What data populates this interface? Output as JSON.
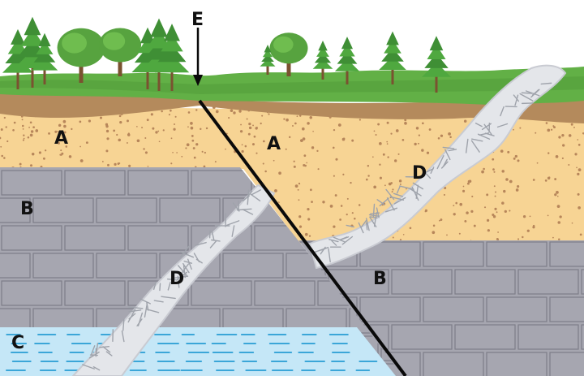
{
  "diagram": {
    "labels": {
      "a_left": "A",
      "a_right": "A",
      "b_left": "B",
      "b_right": "B",
      "c_left": "C",
      "d_left": "D",
      "d_right": "D",
      "e_top": "E"
    },
    "colors": {
      "sky": "#ffffff",
      "grass": "#62b046",
      "soil": "#b48a5c",
      "sand": "#f7d494",
      "sand_dots": "#b7865a",
      "brick": "#a6a6b0",
      "brick_edge": "#7d7d88",
      "water": "#c5e7f7",
      "water_lines": "#3ba6d8",
      "intrusion": "#e4e6ea",
      "fault_line": "#0a0a0a"
    }
  }
}
